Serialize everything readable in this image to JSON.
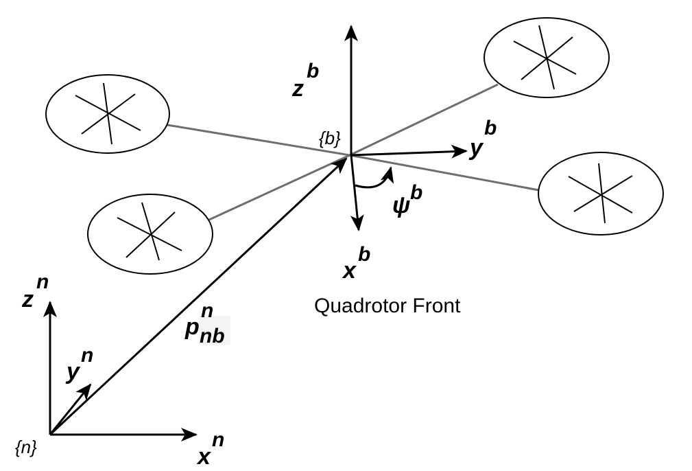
{
  "labels": {
    "z_b": {
      "base": "z",
      "sup": "b"
    },
    "y_b": {
      "base": "y",
      "sup": "b"
    },
    "x_b": {
      "base": "x",
      "sup": "b"
    },
    "psi_b": {
      "base": "ψ",
      "sup": "b"
    },
    "frame_b": "{b}",
    "caption": "Quadrotor Front",
    "z_n": {
      "base": "z",
      "sup": "n"
    },
    "y_n": {
      "base": "y",
      "sup": "n"
    },
    "x_n": {
      "base": "x",
      "sup": "n"
    },
    "p_nb": {
      "base": "p",
      "sup": "n",
      "sub": "nb"
    },
    "frame_n": "{n}"
  },
  "colors": {
    "axis": "#000000",
    "arm": "#6e6e6e",
    "background": "#ffffff"
  }
}
